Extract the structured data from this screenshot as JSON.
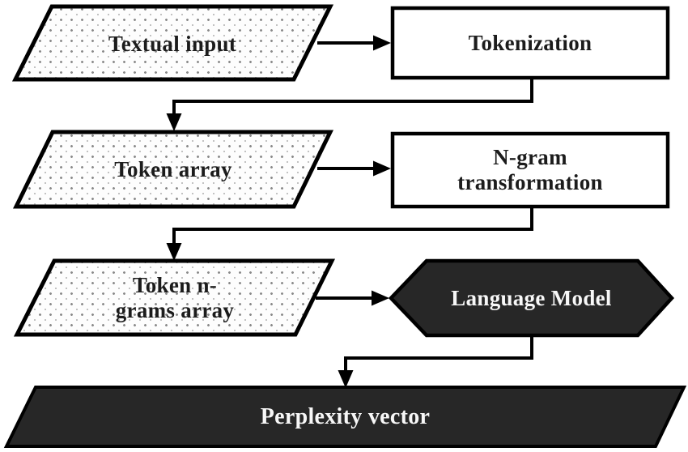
{
  "diagram": {
    "type": "flowchart",
    "nodes": {
      "textual_input": {
        "label": "Textual input",
        "shape": "parallelogram",
        "fill": "dotted"
      },
      "tokenization": {
        "label": "Tokenization",
        "shape": "rectangle",
        "fill": "white"
      },
      "token_array": {
        "label": "Token array",
        "shape": "parallelogram",
        "fill": "dotted"
      },
      "ngram_transformation": {
        "label": "N-gram\ntransformation",
        "shape": "rectangle",
        "fill": "white"
      },
      "token_ngrams_array": {
        "label": "Token n-\ngrams array",
        "shape": "parallelogram",
        "fill": "dotted"
      },
      "language_model": {
        "label": "Language Model",
        "shape": "hexagon",
        "fill": "dark"
      },
      "perplexity_vector": {
        "label": "Perplexity vector",
        "shape": "parallelogram",
        "fill": "dark"
      }
    },
    "edges": [
      {
        "from": "textual_input",
        "to": "tokenization",
        "style": "straight-right"
      },
      {
        "from": "tokenization",
        "to": "token_array",
        "style": "elbow-down"
      },
      {
        "from": "token_array",
        "to": "ngram_transformation",
        "style": "straight-right"
      },
      {
        "from": "ngram_transformation",
        "to": "token_ngrams_array",
        "style": "elbow-down"
      },
      {
        "from": "token_ngrams_array",
        "to": "language_model",
        "style": "straight-right"
      },
      {
        "from": "language_model",
        "to": "perplexity_vector",
        "style": "elbow-down"
      }
    ],
    "colors": {
      "background": "#ffffff",
      "line": "#000000",
      "dark_fill": "#272727",
      "dot": "#8a8a8a",
      "text_dark": "#1c1c1c",
      "text_light": "#f7f7f7"
    }
  }
}
